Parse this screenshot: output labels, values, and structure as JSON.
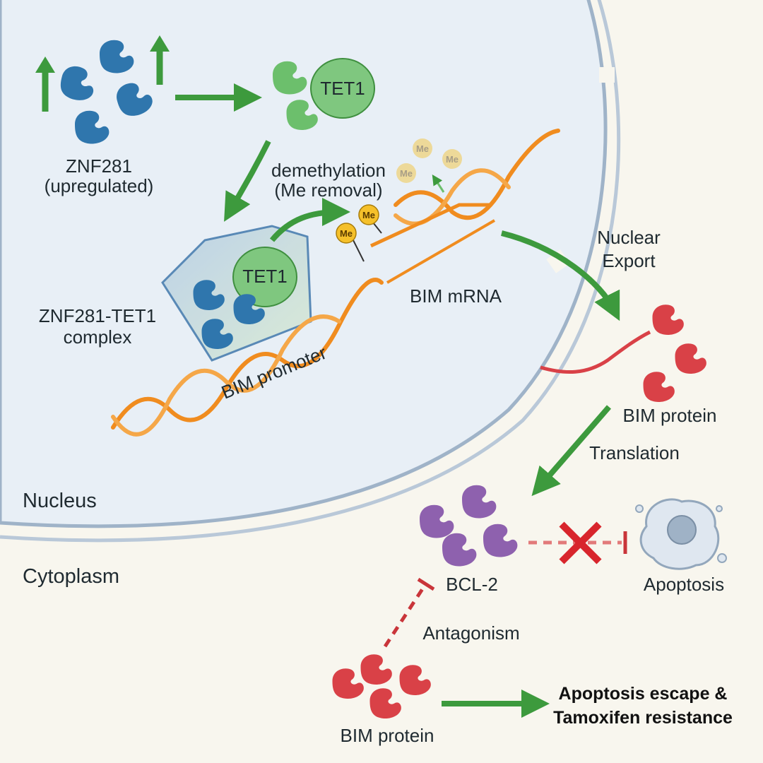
{
  "regions": {
    "nucleus": "Nucleus",
    "cytoplasm": "Cytoplasm"
  },
  "znf281": {
    "line1": "ZNF281",
    "line2": "(upregulated)"
  },
  "tet1": {
    "label": "TET1",
    "complex_label": "TET1"
  },
  "demethylation": {
    "line1": "demethylation",
    "line2": "(Me removal)"
  },
  "methyl": {
    "label": "Me"
  },
  "complex": {
    "line1": "ZNF281-TET1",
    "line2": "complex"
  },
  "promoter": {
    "label": "BIM promoter"
  },
  "mrna": {
    "label": "BIM mRNA"
  },
  "export": {
    "line1": "Nuclear",
    "line2": "Export"
  },
  "bim_protein_top": "BIM protein",
  "translation": "Translation",
  "bcl2": "BCL-2",
  "apoptosis": "Apoptosis",
  "antagonism": "Antagonism",
  "bim_protein_bottom": "BIM protein",
  "outcome": {
    "line1": "Apoptosis escape &",
    "line2": "Tamoxifen resistance"
  },
  "colors": {
    "znf281": "#2f76ad",
    "tet1": "#6cbf6c",
    "bim": "#d94147",
    "bcl2": "#8e61ae",
    "dna": "#f08c1f",
    "arrow": "#3d9a3d",
    "inhibit": "#c9353a",
    "nucleus": "#e8eff6"
  }
}
